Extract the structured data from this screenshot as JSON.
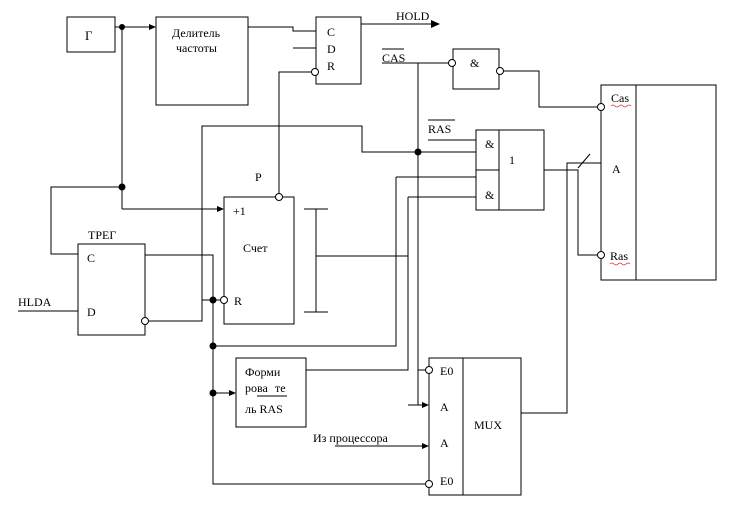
{
  "blocks": {
    "generator": "Г",
    "divider_line1": "Делитель",
    "divider_line2": "частоты",
    "trigger_title": "ТРЕГ",
    "trigger_c": "С",
    "trigger_d": "D",
    "counter_p": "Р",
    "counter_plus1": "+1",
    "counter_name": "Счет",
    "counter_r": "R",
    "former_line1": "Форми",
    "former_line2": "рова",
    "former_line3": "те",
    "former_line4": "ль RAS",
    "mux_name": "MUX",
    "mux_e0_top": "E0",
    "mux_a1": "A",
    "mux_a2": "A",
    "mux_e0_bottom": "E0",
    "latch_c": "С",
    "latch_d": "D",
    "latch_r": "R",
    "and_symbol": "&",
    "and_top": "&",
    "and_bottom": "&",
    "or_symbol": "1",
    "mem_cas": "Cas",
    "mem_a": "A",
    "mem_ras": "Ras"
  },
  "signals": {
    "hold": "HOLD",
    "cas": "CAS",
    "ras": "RAS",
    "hlda": "HLDA",
    "from_cpu": "Из процессора"
  }
}
